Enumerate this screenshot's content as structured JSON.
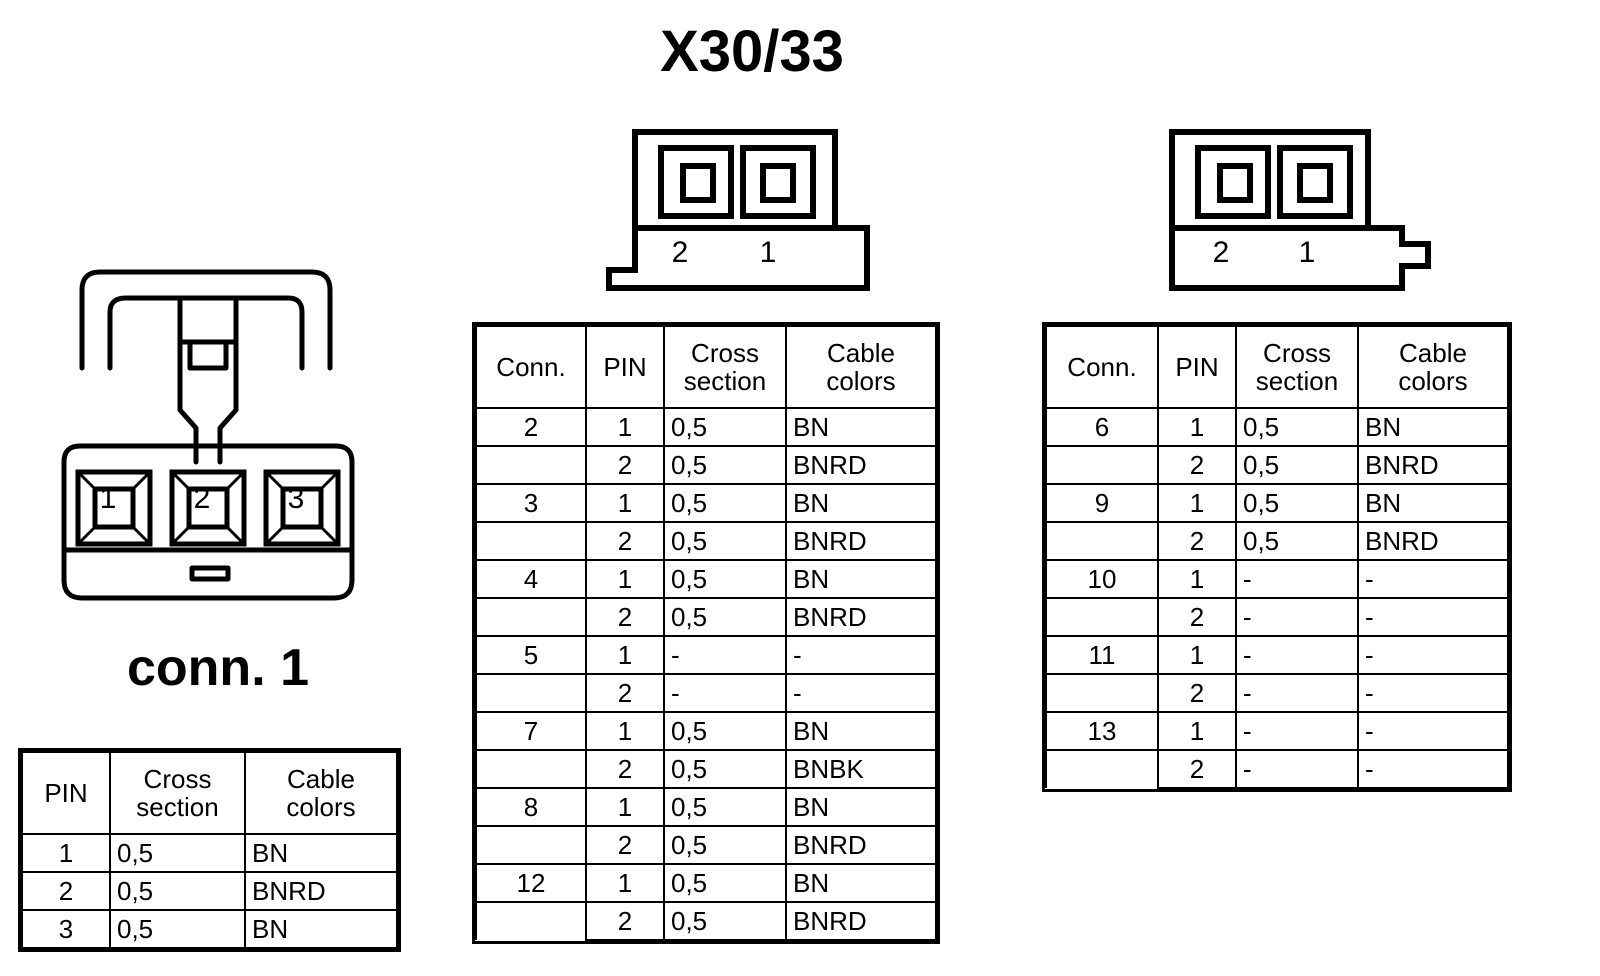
{
  "title": "X30/33",
  "left_connector": {
    "caption": "conn. 1",
    "pin_labels": [
      "1",
      "2",
      "3"
    ],
    "icon": "3-pin-connector-with-latch"
  },
  "middle_connector": {
    "pin_labels": [
      "2",
      "1"
    ],
    "icon": "2-pin-connector-bottom-left-tab"
  },
  "right_connector": {
    "pin_labels": [
      "2",
      "1"
    ],
    "icon": "2-pin-connector-right-tab"
  },
  "left_table": {
    "headers": [
      "PIN",
      "Cross section",
      "Cable colors"
    ],
    "header_lines": [
      [
        "PIN",
        ""
      ],
      [
        "Cross",
        "section"
      ],
      [
        "Cable",
        "colors"
      ]
    ],
    "rows": [
      {
        "pin": "1",
        "cross_section": "0,5",
        "cable_colors": "BN"
      },
      {
        "pin": "2",
        "cross_section": "0,5",
        "cable_colors": "BNRD"
      },
      {
        "pin": "3",
        "cross_section": "0,5",
        "cable_colors": "BN"
      }
    ]
  },
  "middle_table": {
    "headers": [
      "Conn.",
      "PIN",
      "Cross section",
      "Cable colors"
    ],
    "header_lines": [
      [
        "Conn.",
        ""
      ],
      [
        "PIN",
        ""
      ],
      [
        "Cross",
        "section"
      ],
      [
        "Cable",
        "colors"
      ]
    ],
    "groups": [
      {
        "conn": "2",
        "pins": [
          {
            "pin": "1",
            "cross_section": "0,5",
            "cable_colors": "BN"
          },
          {
            "pin": "2",
            "cross_section": "0,5",
            "cable_colors": "BNRD"
          }
        ]
      },
      {
        "conn": "3",
        "pins": [
          {
            "pin": "1",
            "cross_section": "0,5",
            "cable_colors": "BN"
          },
          {
            "pin": "2",
            "cross_section": "0,5",
            "cable_colors": "BNRD"
          }
        ]
      },
      {
        "conn": "4",
        "pins": [
          {
            "pin": "1",
            "cross_section": "0,5",
            "cable_colors": "BN"
          },
          {
            "pin": "2",
            "cross_section": "0,5",
            "cable_colors": "BNRD"
          }
        ]
      },
      {
        "conn": "5",
        "pins": [
          {
            "pin": "1",
            "cross_section": "-",
            "cable_colors": "-"
          },
          {
            "pin": "2",
            "cross_section": "-",
            "cable_colors": "-"
          }
        ]
      },
      {
        "conn": "7",
        "pins": [
          {
            "pin": "1",
            "cross_section": "0,5",
            "cable_colors": "BN"
          },
          {
            "pin": "2",
            "cross_section": "0,5",
            "cable_colors": "BNBK"
          }
        ]
      },
      {
        "conn": "8",
        "pins": [
          {
            "pin": "1",
            "cross_section": "0,5",
            "cable_colors": "BN"
          },
          {
            "pin": "2",
            "cross_section": "0,5",
            "cable_colors": "BNRD"
          }
        ]
      },
      {
        "conn": "12",
        "pins": [
          {
            "pin": "1",
            "cross_section": "0,5",
            "cable_colors": "BN"
          },
          {
            "pin": "2",
            "cross_section": "0,5",
            "cable_colors": "BNRD"
          }
        ]
      }
    ]
  },
  "right_table": {
    "headers": [
      "Conn.",
      "PIN",
      "Cross section",
      "Cable colors"
    ],
    "header_lines": [
      [
        "Conn.",
        ""
      ],
      [
        "PIN",
        ""
      ],
      [
        "Cross",
        "section"
      ],
      [
        "Cable",
        "colors"
      ]
    ],
    "groups": [
      {
        "conn": "6",
        "pins": [
          {
            "pin": "1",
            "cross_section": "0,5",
            "cable_colors": "BN"
          },
          {
            "pin": "2",
            "cross_section": "0,5",
            "cable_colors": "BNRD"
          }
        ]
      },
      {
        "conn": "9",
        "pins": [
          {
            "pin": "1",
            "cross_section": "0,5",
            "cable_colors": "BN"
          },
          {
            "pin": "2",
            "cross_section": "0,5",
            "cable_colors": "BNRD"
          }
        ]
      },
      {
        "conn": "10",
        "pins": [
          {
            "pin": "1",
            "cross_section": "-",
            "cable_colors": "-"
          },
          {
            "pin": "2",
            "cross_section": "-",
            "cable_colors": "-"
          }
        ]
      },
      {
        "conn": "11",
        "pins": [
          {
            "pin": "1",
            "cross_section": "-",
            "cable_colors": "-"
          },
          {
            "pin": "2",
            "cross_section": "-",
            "cable_colors": "-"
          }
        ]
      },
      {
        "conn": "13",
        "pins": [
          {
            "pin": "1",
            "cross_section": "-",
            "cable_colors": "-"
          },
          {
            "pin": "2",
            "cross_section": "-",
            "cable_colors": "-"
          }
        ]
      }
    ]
  },
  "colors": {
    "ink": "#000000",
    "paper": "#ffffff"
  }
}
